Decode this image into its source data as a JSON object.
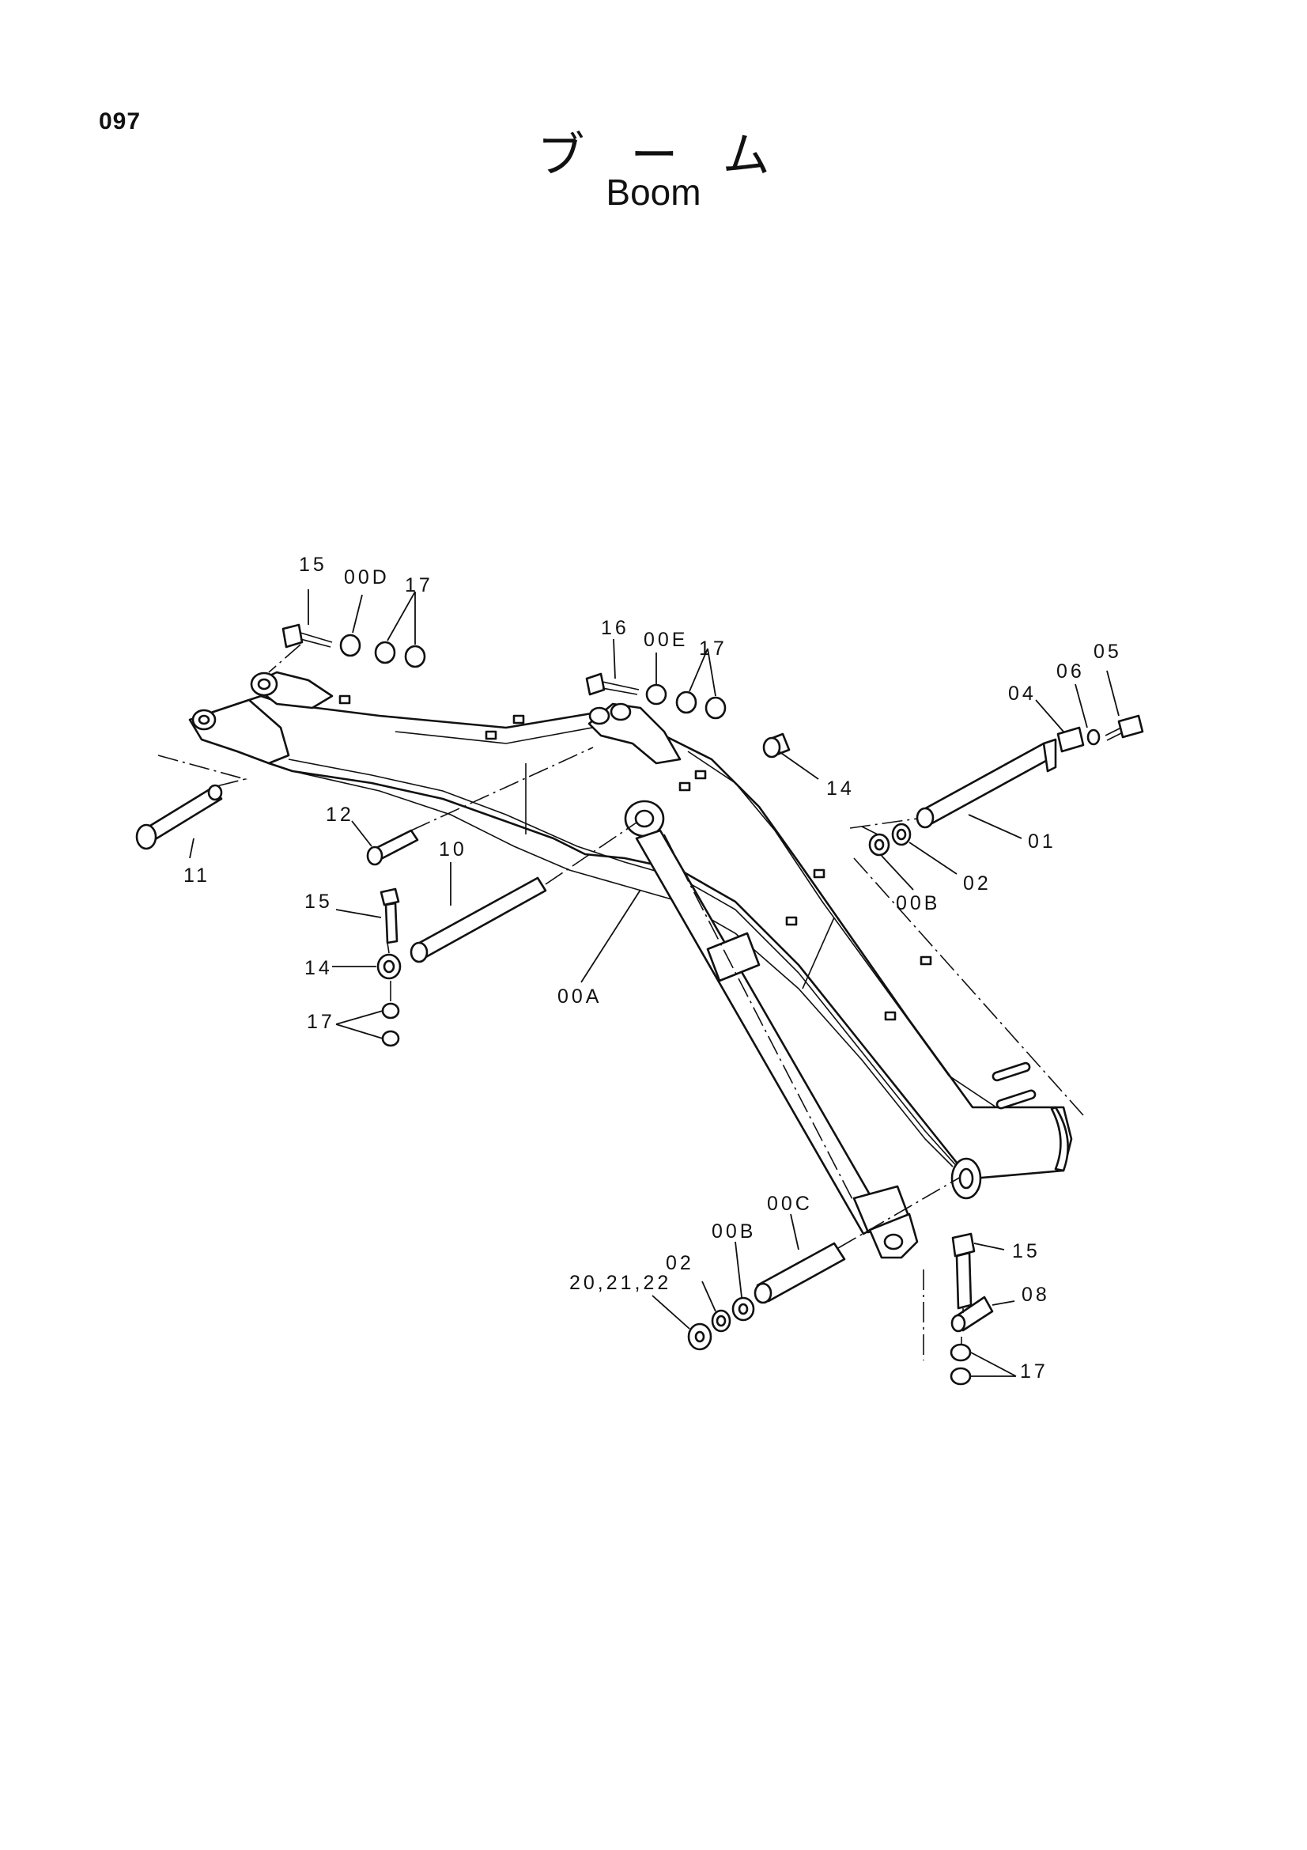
{
  "page": {
    "number": "097",
    "title_jp": "ブーム",
    "title_en": "Boom"
  },
  "parts": {
    "p15_top": "15",
    "p00D": "00D",
    "p17_top": "17",
    "p16": "16",
    "p00E": "00E",
    "p17_mid": "17",
    "p05": "05",
    "p06": "06",
    "p04": "04",
    "p14_right": "14",
    "p01": "01",
    "p02_right": "02",
    "p00B_right": "00B",
    "p11": "11",
    "p12": "12",
    "p10": "10",
    "p15_left": "15",
    "p14_left": "14",
    "p17_left": "17",
    "p00A": "00A",
    "p00C": "00C",
    "p00B_bottom": "00B",
    "p02_bottom": "02",
    "p20_21_22": "20,21,22",
    "p15_bottom": "15",
    "p08": "08",
    "p17_bottom": "17"
  }
}
